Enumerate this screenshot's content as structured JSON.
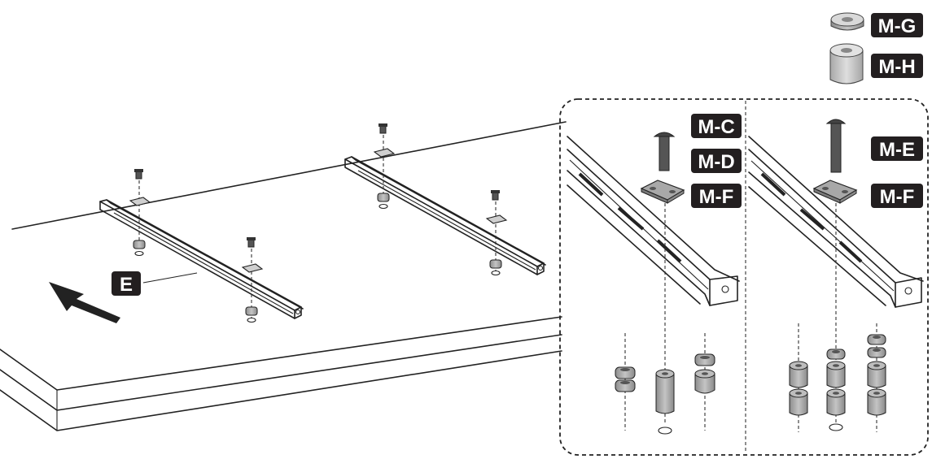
{
  "labels": {
    "rail": "E",
    "washer_small": "M-G",
    "spacer_large": "M-H",
    "screw_short_a": "M-C",
    "screw_short_b": "M-D",
    "plate_left": "M-F",
    "screw_long": "M-E",
    "plate_right": "M-F"
  },
  "colors": {
    "ink": "#231f20",
    "spacer_gray": "#9a9a9a",
    "spacer_light": "#c8c8c8",
    "plate_gray": "#a8a8a8"
  },
  "icons": [
    "arrow-icon",
    "screw-icon",
    "washer-icon",
    "spacer-icon",
    "plate-icon"
  ]
}
